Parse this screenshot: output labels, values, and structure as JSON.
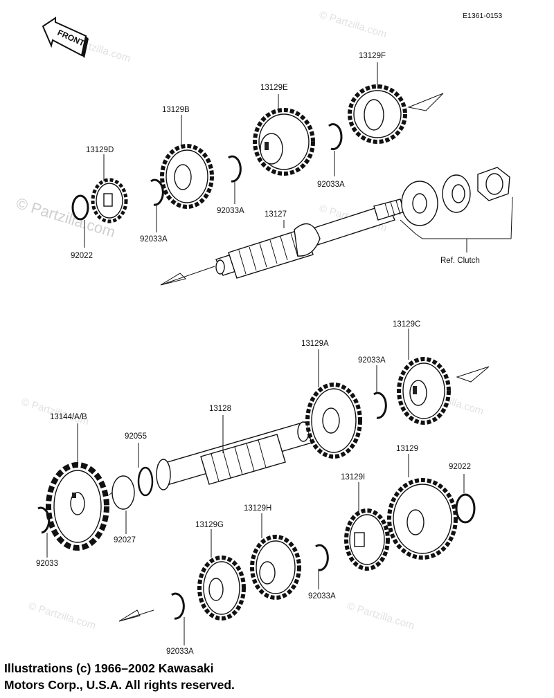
{
  "diagram_code": "E1361-0153",
  "front_label": "FRONT",
  "ref_label": "Ref. Clutch",
  "watermark": "© Partzilla.com",
  "copyright": {
    "line1": "Illustrations (c) 1966–2002 Kawasaki",
    "line2": "Motors Corp., U.S.A.  All rights reserved."
  },
  "labels": {
    "p13129F": "13129F",
    "p13129E": "13129E",
    "p13129B": "13129B",
    "p13129D": "13129D",
    "p92033A_1": "92033A",
    "p92033A_2": "92033A",
    "p92033A_3": "92033A",
    "p92022_1": "92022",
    "p13127": "13127",
    "p13129C": "13129C",
    "p13129A": "13129A",
    "p92033A_4": "92033A",
    "p13128": "13128",
    "p13144": "13144/A/B",
    "p92055": "92055",
    "p13129": "13129",
    "p92022_2": "92022",
    "p13129I": "13129I",
    "p13129H": "13129H",
    "p13129G": "13129G",
    "p92027": "92027",
    "p92033": "92033",
    "p92033A_5": "92033A",
    "p92033A_6": "92033A"
  }
}
